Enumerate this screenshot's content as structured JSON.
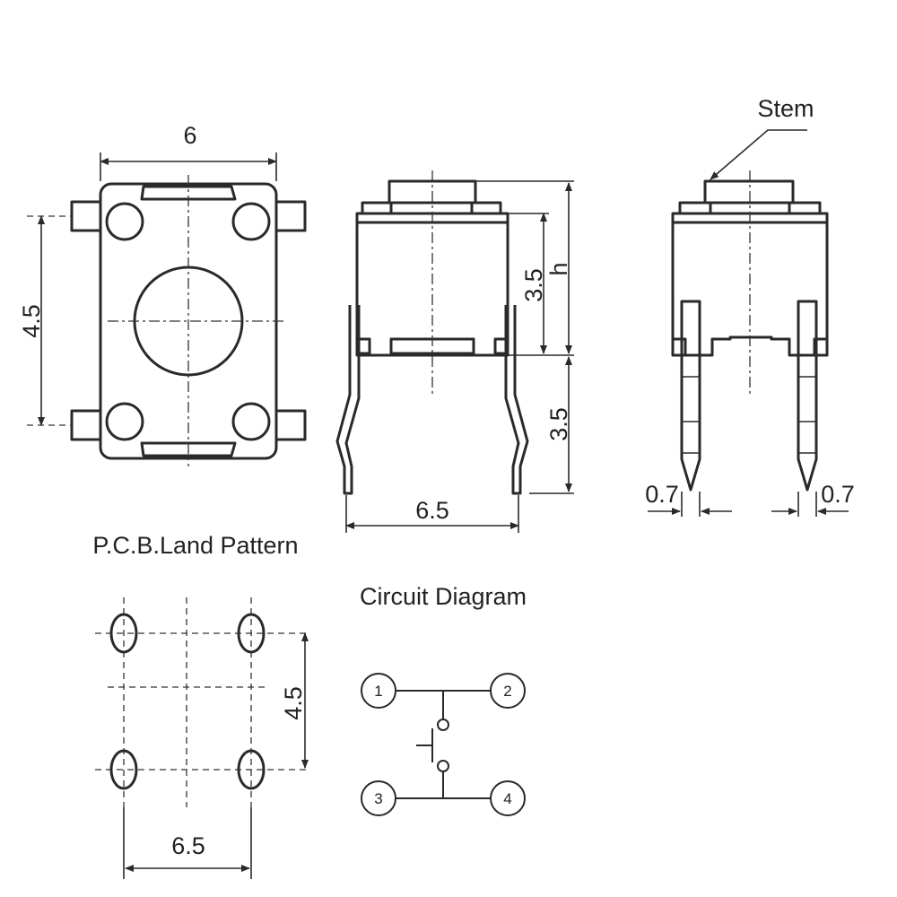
{
  "top_view": {
    "width_label": "6",
    "height_label": "4.5"
  },
  "front_view": {
    "body_height_label": "3.5",
    "pin_length_label": "3.5",
    "h_label": "h",
    "pin_span_label": "6.5"
  },
  "side_view": {
    "stem_label": "Stem",
    "pin_left_label": "0.7",
    "pin_right_label": "0.7"
  },
  "pcb": {
    "title": "P.C.B.Land Pattern",
    "height_label": "4.5",
    "width_label": "6.5"
  },
  "circuit": {
    "title": "Circuit Diagram",
    "terminals": [
      "1",
      "2",
      "3",
      "4"
    ]
  }
}
